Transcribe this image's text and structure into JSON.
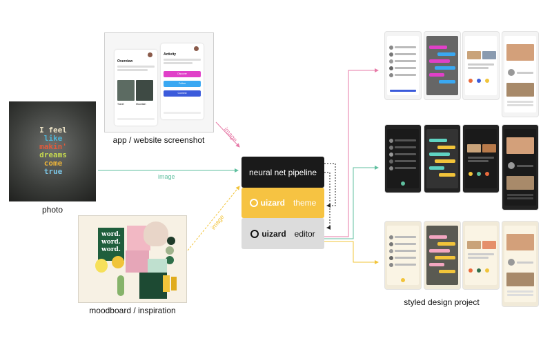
{
  "captions": {
    "app_screenshot": "app / website screenshot",
    "photo": "photo",
    "moodboard": "moodboard / inspiration",
    "styled_project": "styled design project"
  },
  "edge_labels": {
    "from_app": "image",
    "from_photo": "image",
    "from_moodboard": "image"
  },
  "pipeline": {
    "neural_net": "neural net pipeline",
    "brand": "uizard",
    "theme": "theme",
    "editor": "editor"
  },
  "app_mock": {
    "overview_title": "Overview",
    "activity_title": "Activity",
    "thumb_label_1": "Travel",
    "thumb_label_2": "Mountain",
    "buttons": [
      "Discover",
      "Follow",
      "Connect"
    ]
  },
  "photo_text": [
    "I feel",
    "like",
    "makin'",
    "dreams",
    "come",
    "true"
  ],
  "moodboard_text": [
    "word.",
    "word.",
    "word."
  ],
  "colors": {
    "pink_arrow": "#e77aa7",
    "teal_arrow": "#5fbf9f",
    "yellow_arrow": "#f2c43a",
    "neural_box": "#1a1a1a",
    "theme_box": "#f6c342",
    "editor_box": "#dcdcdc",
    "accent_pink": "#e040c8",
    "accent_blue": "#3b5bdb"
  },
  "icons": [
    "uizard-logo-icon",
    "dotted-feedback-arrow-icon"
  ]
}
